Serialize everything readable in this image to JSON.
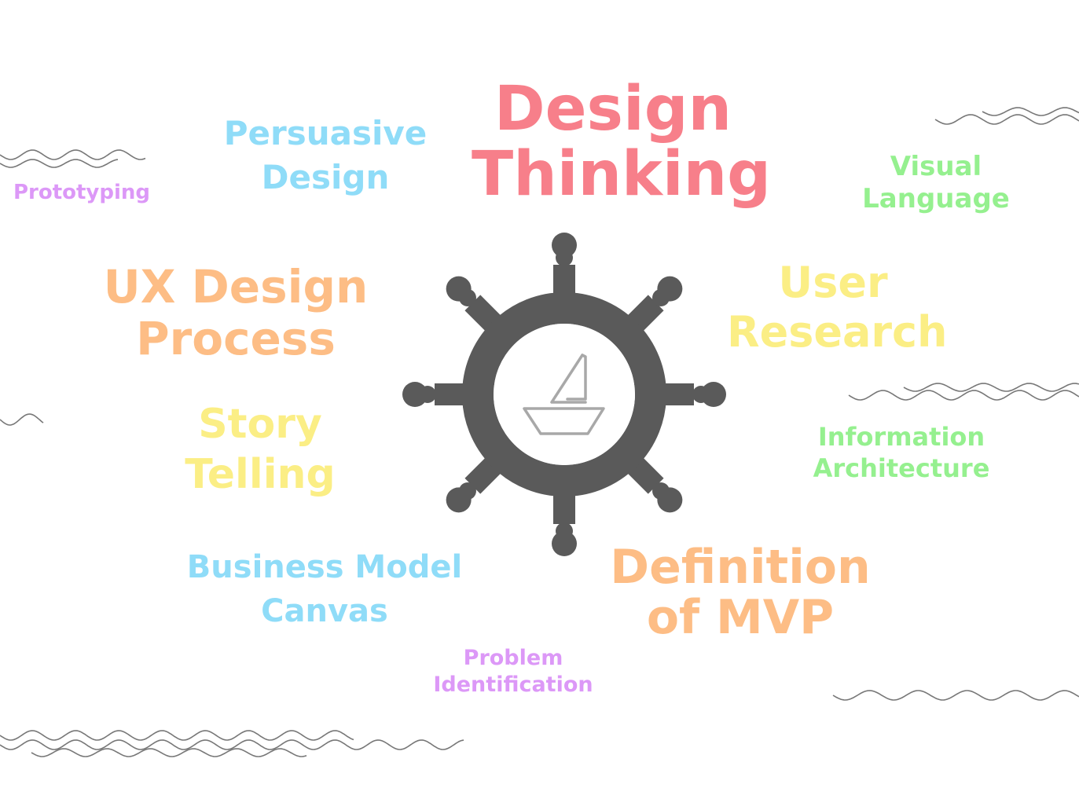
{
  "colors": {
    "background": "#ffffff",
    "wheel": "#5a5a5a",
    "wheel_hub": "#ffffff",
    "boat": "#a8a8a8",
    "waves": "#777777",
    "pink": "#f77f8a",
    "orange": "#fdbd85",
    "yellow": "#fbee85",
    "blue": "#8fdcf8",
    "green": "#95f08f",
    "purple": "#dc98f7"
  },
  "icons": {
    "wheel": "ship-wheel-icon",
    "boat": "sailboat-icon",
    "waves": "wave-line"
  },
  "terms": {
    "design_thinking": {
      "lines": [
        "Design",
        "Thinking"
      ],
      "color": "pink"
    },
    "persuasive_design": {
      "lines": [
        "Persuasive",
        "Design"
      ],
      "color": "blue"
    },
    "prototyping": {
      "lines": [
        "Prototyping"
      ],
      "color": "purple"
    },
    "visual_language": {
      "lines": [
        "Visual",
        "Language"
      ],
      "color": "green"
    },
    "ux_design_process": {
      "lines": [
        "UX Design",
        "Process"
      ],
      "color": "orange"
    },
    "user_research": {
      "lines": [
        "User",
        "Research"
      ],
      "color": "yellow"
    },
    "story_telling": {
      "lines": [
        "Story",
        "Telling"
      ],
      "color": "yellow"
    },
    "information_architecture": {
      "lines": [
        "Information",
        "Architecture"
      ],
      "color": "green"
    },
    "business_model_canvas": {
      "lines": [
        "Business Model",
        "Canvas"
      ],
      "color": "blue"
    },
    "definition_of_mvp": {
      "lines": [
        "Definition",
        "of MVP"
      ],
      "color": "orange"
    },
    "problem_identification": {
      "lines": [
        "Problem",
        "Identification"
      ],
      "color": "purple"
    }
  }
}
